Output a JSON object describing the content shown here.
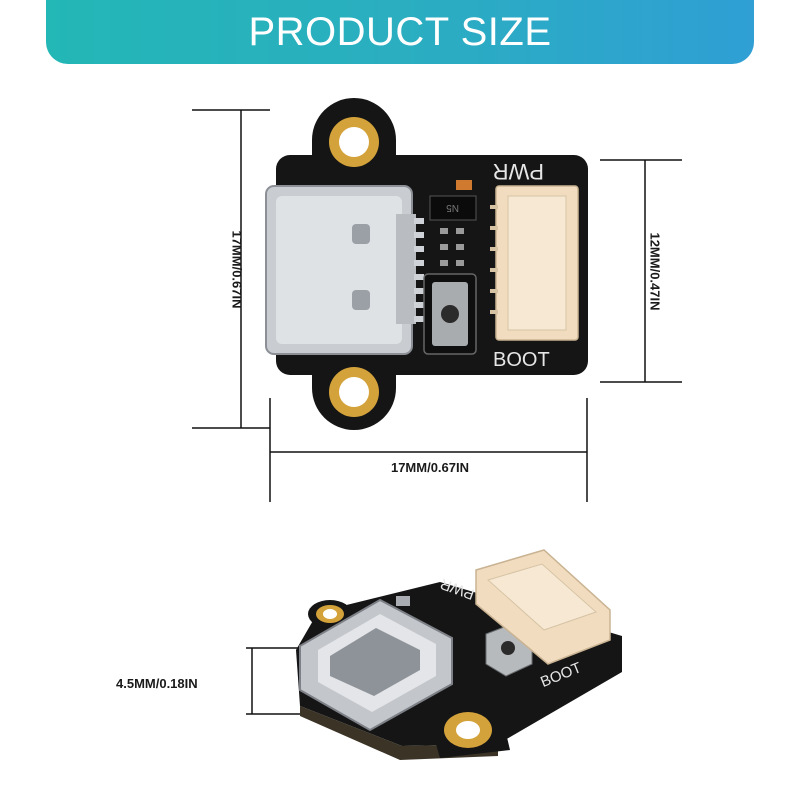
{
  "banner": {
    "title": "PRODUCT SIZE"
  },
  "dimensions": {
    "height_left": "17MM/0.67IN",
    "height_right": "12MM/0.47IN",
    "width_bottom": "17MM/0.67IN",
    "thickness": "4.5MM/0.18IN"
  },
  "board_labels": {
    "pwr": "PWR",
    "boot": "BOOT",
    "chip": "N5"
  },
  "colors": {
    "banner_start": "#23b7b6",
    "banner_end": "#2f9fd4",
    "pcb": "#151515",
    "gold": "#d4a23a",
    "connector": "#f2dcc0"
  }
}
